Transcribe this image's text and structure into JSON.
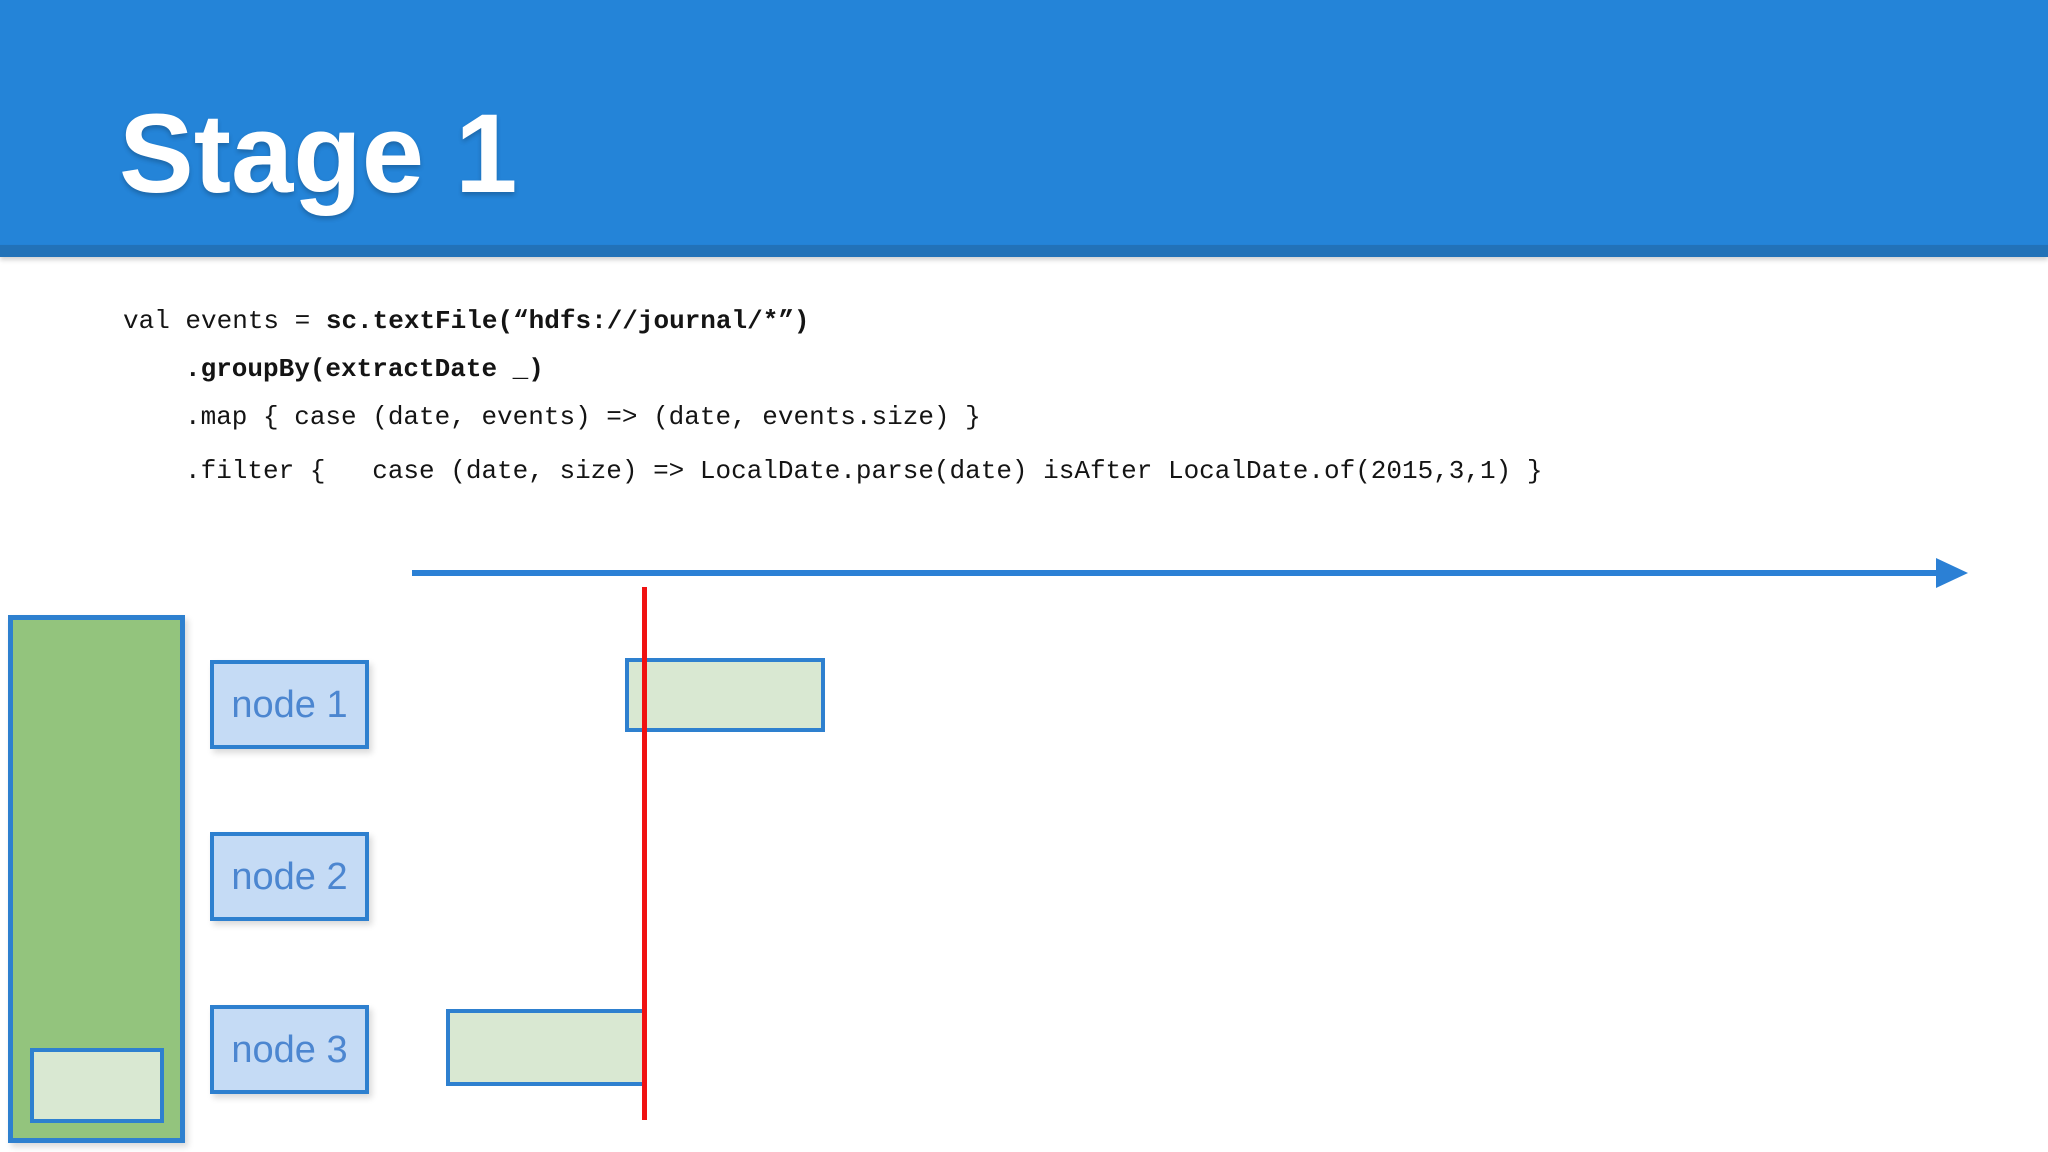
{
  "slide": {
    "title": "Stage 1"
  },
  "code": {
    "line1": {
      "normal": "val events = ",
      "bold": "sc.textFile(“hdfs://journal/*”)"
    },
    "line2": ".groupBy(extractDate _)",
    "line3": ".map { case (date, events) => (date, events.size) }",
    "line4": ".filter {   case (date, size) => LocalDate.parse(date) isAfter LocalDate.of(2015,3,1) }"
  },
  "diagram": {
    "nodes": [
      {
        "label": "node 1"
      },
      {
        "label": "node 2"
      },
      {
        "label": "node 3"
      }
    ],
    "timeline_direction": "right",
    "task_bars": [
      {
        "node": "node 1",
        "position": "starts just left of cutoff line, extends right"
      },
      {
        "node": "node 3",
        "position": "ends at cutoff line"
      }
    ]
  },
  "colors": {
    "background": "#ffffff",
    "header-blue": "#2484d8",
    "strip-blue": "#2272b8",
    "arrow-blue": "#2b80d5",
    "cutoff-red": "#f01212",
    "shape-border-blue": "#2e80cf",
    "node-fill": "#c5dbf5",
    "node-label-blue": "#4c86d0",
    "block-green": "#93c47d",
    "bar-green": "#d9e8d2",
    "code-text": "#141414"
  }
}
